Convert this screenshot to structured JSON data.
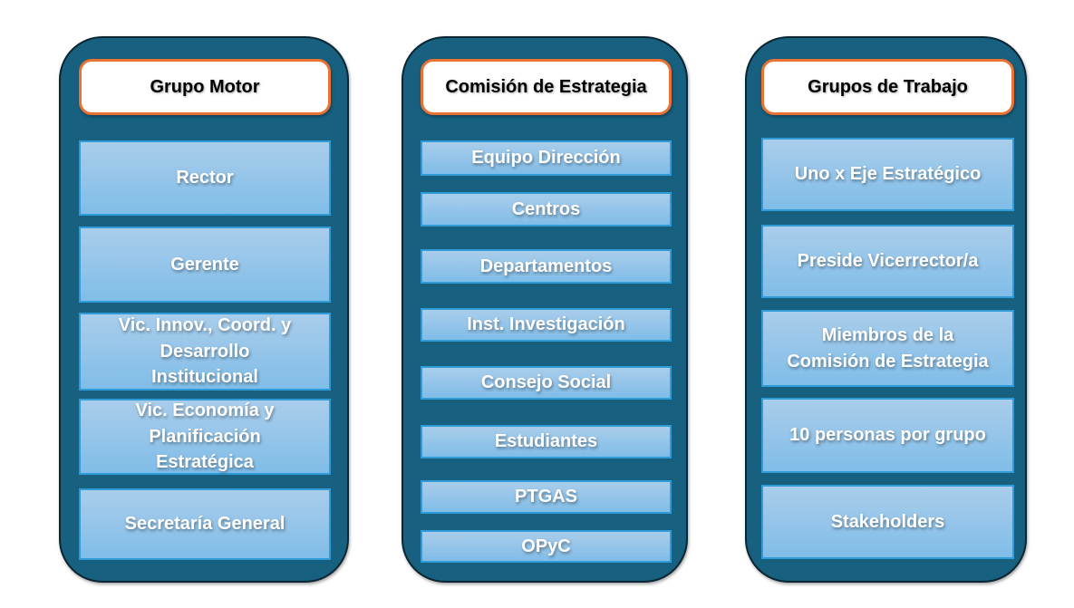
{
  "colors": {
    "container_fill": "#17607F",
    "container_outline": "#0B2633",
    "header_fill": "#FFFFFF",
    "header_border": "#E97132",
    "header_text": "#000000",
    "item_fill_top": "#A9CDEB",
    "item_fill_bottom": "#80BDE8",
    "item_border": "#2F9CD8",
    "item_text": "#FFFFFF"
  },
  "columns": [
    {
      "header": "Grupo Motor",
      "items": [
        "Rector",
        "Gerente",
        "Vic. Innov., Coord. y\nDesarrollo\nInstitucional",
        "Vic. Economía y\nPlanificación\nEstratégica",
        "Secretaría General"
      ]
    },
    {
      "header": "Comisión de Estrategia",
      "items": [
        "Equipo Dirección",
        "Centros",
        "Departamentos",
        "Inst. Investigación",
        "Consejo Social",
        "Estudiantes",
        "PTGAS",
        "OPyC"
      ]
    },
    {
      "header": "Grupos de Trabajo",
      "items": [
        "Uno x Eje Estratégico",
        "Preside Vicerrector/a",
        "Miembros de la\nComisión de Estrategia",
        "10 personas por grupo",
        "Stakeholders"
      ]
    }
  ]
}
